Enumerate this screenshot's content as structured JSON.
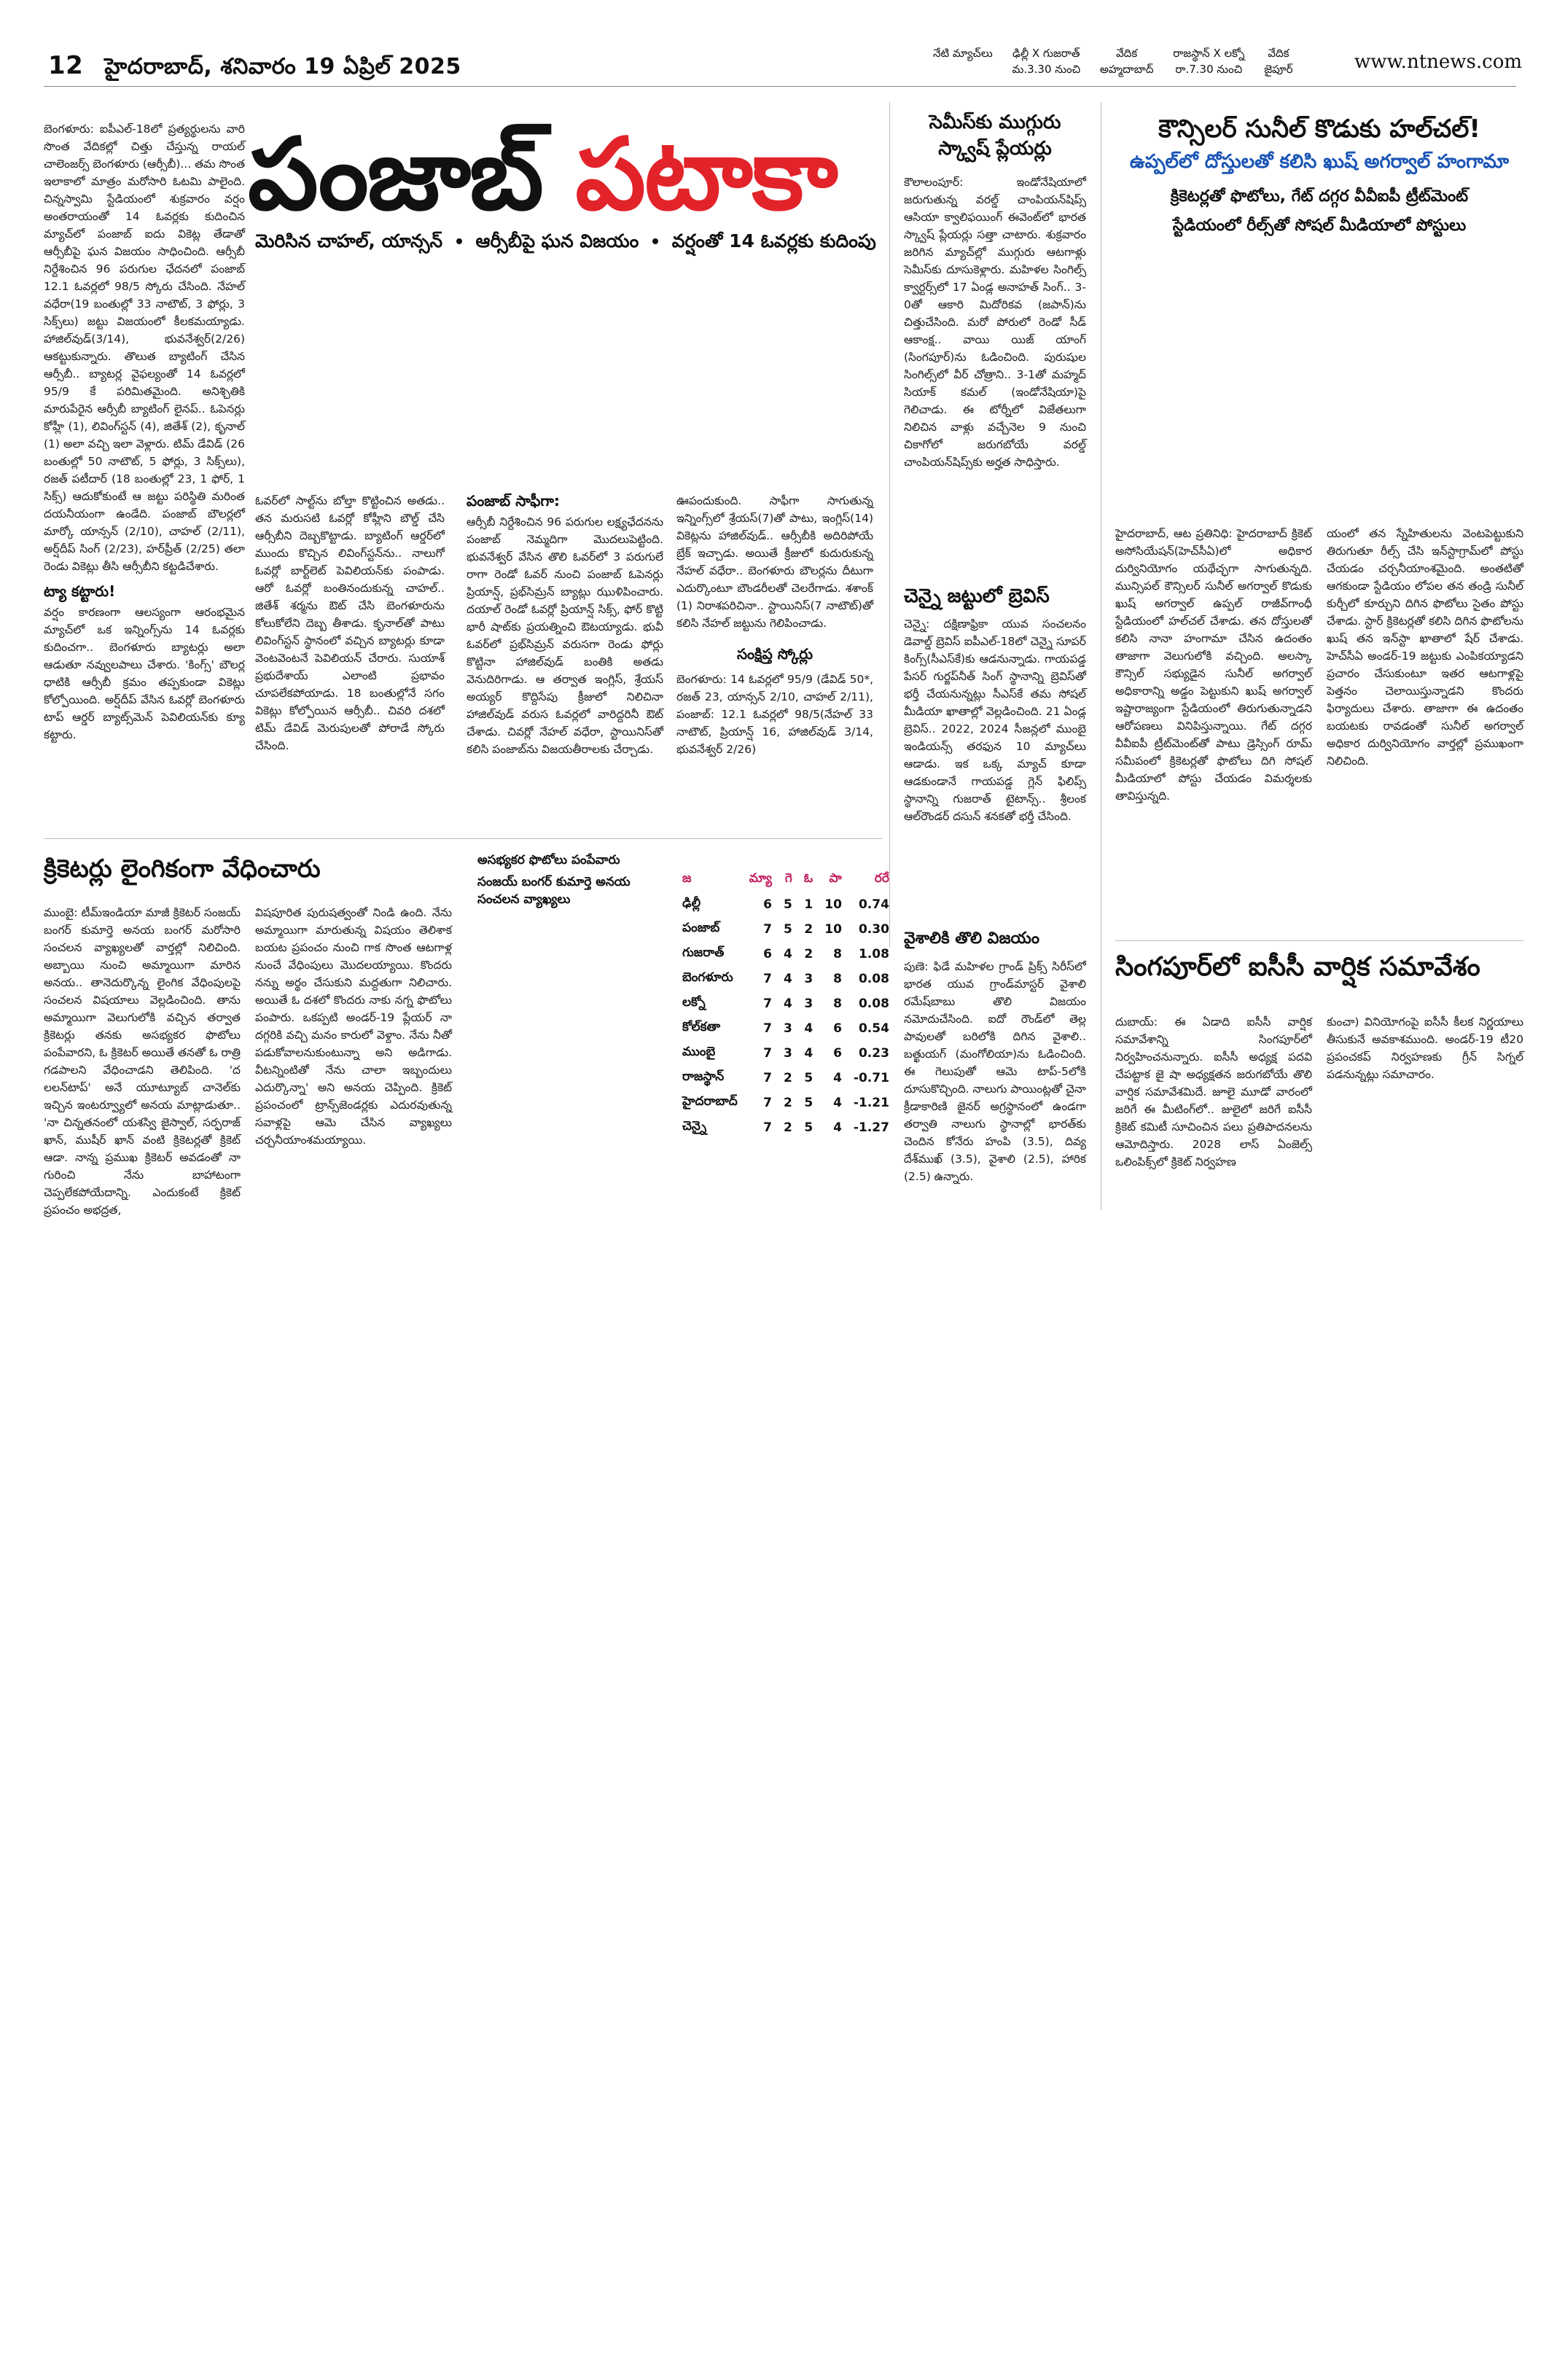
{
  "header": {
    "page_number": "12",
    "dateline": "హైదరాబాద్‌, శనివారం 19 ఏప్రిల్‌ 2025",
    "schedule": [
      {
        "label": "నేటి మ్యాచ్‌లు",
        "match": "ఢిల్లీ X గుజరాత్‌",
        "time": "మ.3.30 నుంచి"
      },
      {
        "label": "వేదిక",
        "match": "అహ్మదాబాద్‌",
        "time": ""
      },
      {
        "label": "",
        "match": "రాజస్థాన్‌ X లక్నో",
        "time": "రా.7.30 నుంచి"
      },
      {
        "label": "వేదిక",
        "match": "జైపూర్‌",
        "time": ""
      }
    ],
    "website": "www.ntnews.com"
  },
  "main_story": {
    "headline_part1": "పంజాబ్‌ ",
    "headline_part2": "పటాకా",
    "sub_items": [
      "మెరిసిన చాహల్‌, యాన్సన్‌",
      "ఆర్సీబీపై ఘన విజయం",
      "వర్షంతో 14 ఓవర్లకు కుదింపు"
    ],
    "col1": "బెంగళూరు: ఐపీఎల్‌-18లో ప్రత్యర్థులను వారి సొంత వేదికల్లో చిత్తు చేస్తున్న రాయల్‌ చాలెంజర్స్‌ బెంగళూరు (ఆర్సీబీ)... తమ సొంత ఇలాకాలో మాత్రం మరోసారి ఓటమి పాలైంది. చిన్నస్వామి స్టేడియంలో శుక్రవారం వర్షం అంతరాయంతో 14 ఓవర్లకు కుదించిన మ్యాచ్‌లో పంజాబ్‌ ఐదు వికెట్ల తేడాతో ఆర్సీబీపై ఘన విజయం సాధించింది. ఆర్సీబీ నిర్దేశించిన 96 పరుగుల ఛేదనలో పంజాబ్‌ 12.1 ఓవర్లలో 98/5 స్కోరు చేసింది. నేహల్‌ వధేరా(19 బంతుల్లో 33 నాటౌట్‌, 3 ఫోర్లు, 3 సిక్స్‌లు) జట్టు విజయంలో కీలకమయ్యాడు. హాజిల్‌వుడ్‌(3/14), భువనేశ్వర్‌(2/26) ఆకట్టుకున్నారు. తొలుత బ్యాటింగ్‌ చేసిన ఆర్సీబీ.. బ్యాటర్ల వైఫల్యంతో 14 ఓవర్లలో 95/9 కే పరిమితమైంది. అనిశ్చితికి మారుపేరైన ఆర్సీబీ బ్యాటింగ్‌ లైనప్‌.. ఓపెనర్లు కోహ్లీ (1), లివింగ్‌స్టన్‌ (4), జితేశ్‌ (2), కృనాల్‌ (1) అలా వచ్చి ఇలా వెళ్లారు. టిమ్‌ డేవిడ్‌ (26 బంతుల్లో 50 నాటౌట్‌, 5 ఫోర్లు, 3 సిక్స్‌లు), రజత్‌ పటీదార్‌ (18 బంతుల్లో 23, 1 ఫోర్‌, 1 సిక్స్‌) ఆదుకోకుంటే ఆ జట్టు పరిస్థితి మరింత దయనీయంగా ఉండేది. పంజాబ్‌ బౌలర్లలో మార్కో యాన్సన్‌ (2/10), చాహల్‌ (2/11), అర్ష్‌దీప్‌ సింగ్‌ (2/23), హర్‌ప్రీత్‌ (2/25) తలా రెండు వికెట్లు తీసి ఆర్సీబీని కట్టడిచేశారు.",
    "col1_subhead": "ట్యా కట్టారు!",
    "col1_b": "వర్షం కారణంగా ఆలస్యంగా ఆరంభమైన మ్యాచ్‌లో ఒక ఇన్నింగ్స్‌ను 14 ఓవర్లకు కుదించగా.. బెంగళూరు బ్యాటర్లు అలా ఆడుతూ నవ్వులపాలు చేశారు. 'కింగ్స్‌' బౌలర్ల ధాటికి ఆర్సీబీ క్రమం తప్పకుండా వికెట్లు కోల్పోయింది. అర్ష్‌దీప్‌ వేసిన ఓవర్లో బెంగళూరు టాప్‌ ఆర్డర్‌ బ్యాట్స్‌మెన్‌ పెవిలియన్‌కు క్యూ కట్టారు.",
    "col2": "ఓవర్‌లో సాల్ట్‌ను బోల్తా కొట్టించిన అతడు.. తన మరుసటి ఓవర్లో కోహ్లీని బౌల్డ్‌ చేసి ఆర్సీబీని దెబ్బకొట్టాడు. బ్యాటింగ్‌ ఆర్డర్‌లో ముందు కొచ్చిన లివింగ్‌స్టన్‌ను.. నాలుగో ఓవర్లో బార్ట్‌లెట్‌ పెవిలియన్‌కు పంపాడు. ఆరో ఓవర్లో బంతినందుకున్న చాహల్‌.. జితేశ్‌ శర్మను ఔట్‌ చేసి బెంగళూరును కోలుకోలేని దెబ్బ తీశాడు. కృనాల్‌తో పాటు లివింగ్‌స్టన్‌ స్థానంలో వచ్చిన బ్యాటర్లు కూడా వెంటవెంటనే పెవిలియన్‌ చేరారు. సుయాశ్‌ ప్రభుదేశాయ్‌ ఎలాంటి ప్రభావం చూపలేకపోయాడు. 18 బంతుల్లోనే సగం వికెట్లు కోల్పోయిన ఆర్సీబీ.. చివరి దశలో టిమ్‌ డేవిడ్‌ మెరుపులతో పోరాడే స్కోరు చేసింది.",
    "col3_subhead": "పంజాబ్‌ సాఫీగా:",
    "col3": "ఆర్సీబీ నిర్దేశించిన 96 పరుగుల లక్ష్యఛేదనను పంజాబ్‌ నెమ్మదిగా మొదలుపెట్టింది. భువనేశ్వర్‌ వేసిన తొలి ఓవర్‌లో 3 పరుగులే రాగా రెండో ఓవర్‌ నుంచి పంజాబ్‌ ఓపెనర్లు ప్రియాన్ష్‌, ప్రభ్‌సిమ్రన్‌ బ్యాట్లు ఝుళిపించారు. దయాల్‌ రెండో ఓవర్లో ప్రియాన్ష్‌ సిక్స్‌, ఫోర్‌ కొట్టి భారీ షాట్‌కు ప్రయత్నించి ఔటయ్యాడు. భువీ ఓవర్‌లో ప్రభ్‌సిమ్రన్‌ వరుసగా రెండు ఫోర్లు కొట్టినా హాజిల్‌వుడ్‌ బంతికి అతడు వెనుదిరిగాడు. ఆ తర్వాత ఇంగ్లిస్‌, శ్రేయస్‌ అయ్యర్‌ కొద్దిసేపు క్రీజులో నిలిచినా హాజిల్‌వుడ్‌ వరుస ఓవర్లలో వారిద్దరినీ ఔట్‌ చేశాడు. చివర్లో నేహల్‌ వధేరా, స్టాయినిస్‌తో కలిసి పంజాబ్‌ను విజయతీరాలకు చేర్చాడు.",
    "col4": "ఊపందుకుంది. సాఫీగా సాగుతున్న ఇన్నింగ్స్‌లో శ్రేయస్‌(7)తో పాటు, ఇంగ్లిస్‌(14) వికెట్లను హాజిల్‌వుడ్‌.. ఆర్సీబీకి అదిరిపోయే బ్రేక్‌ ఇచ్చాడు. అయితే క్రీజులో కుదురుకున్న నేహల్‌ వధేరా.. బెంగళూరు బౌలర్లను దీటుగా ఎదుర్కొంటూ బౌండరీలతో చెలరేగాడు. శశాంక్‌ (1) నిరాశపరిచినా.. స్టాయినిస్‌(7 నాటౌట్‌)తో కలిసి నేహల్‌ జట్టును గెలిపించాడు."
  },
  "scorecard": {
    "heading": "సంక్షిప్త స్కోర్లు",
    "text": "బెంగళూరు: 14 ఓవర్లలో 95/9 (డేవిడ్‌ 50*, రజత్‌ 23, యాన్సన్‌ 2/10, చాహల్‌ 2/11), పంజాబ్‌: 12.1 ఓవర్లలో 98/5(నేహల్‌ 33 నాటౌట్‌, ప్రియాన్ష్‌ 16, హాజిల్‌వుడ్‌ 3/14, భువనేశ్వర్‌ 2/26)"
  },
  "points_table": {
    "headers": [
      "జ",
      "మ్యా",
      "గె",
      "ఓ",
      "పా",
      "రరే"
    ],
    "rows": [
      {
        "team": "ఢిల్లీ",
        "m": "6",
        "w": "5",
        "l": "1",
        "p": "10",
        "nrr": "0.74"
      },
      {
        "team": "పంజాబ్‌",
        "m": "7",
        "w": "5",
        "l": "2",
        "p": "10",
        "nrr": "0.30"
      },
      {
        "team": "గుజరాత్‌",
        "m": "6",
        "w": "4",
        "l": "2",
        "p": "8",
        "nrr": "1.08"
      },
      {
        "team": "బెంగళూరు",
        "m": "7",
        "w": "4",
        "l": "3",
        "p": "8",
        "nrr": "0.08"
      },
      {
        "team": "లక్నో",
        "m": "7",
        "w": "4",
        "l": "3",
        "p": "8",
        "nrr": "0.08"
      },
      {
        "team": "కోల్‌కతా",
        "m": "7",
        "w": "3",
        "l": "4",
        "p": "6",
        "nrr": "0.54"
      },
      {
        "team": "ముంబై",
        "m": "7",
        "w": "3",
        "l": "4",
        "p": "6",
        "nrr": "0.23"
      },
      {
        "team": "రాజస్థాన్‌",
        "m": "7",
        "w": "2",
        "l": "5",
        "p": "4",
        "nrr": "-0.71"
      },
      {
        "team": "హైదరాబాద్‌",
        "m": "7",
        "w": "2",
        "l": "5",
        "p": "4",
        "nrr": "-1.21"
      },
      {
        "team": "చెన్నై",
        "m": "7",
        "w": "2",
        "l": "5",
        "p": "4",
        "nrr": "-1.27"
      }
    ]
  },
  "squash": {
    "headline": "సెమీస్‌కు ముగ్గురు స్క్వాష్‌ ప్లేయర్లు",
    "text": "కౌలాలంపూర్‌: ఇండోనేషియాలో జరుగుతున్న వరల్డ్‌ చాంపియన్‌షిప్స్‌ ఆసియా క్వాలిఫయింగ్‌ ఈవెంట్‌లో భారత స్క్వాష్‌ ప్లేయర్లు సత్తా చాటారు. శుక్రవారం జరిగిన మ్యాచ్‌ల్లో ముగ్గురు ఆటగాళ్లు సెమీస్‌కు దూసుకెళ్లారు. మహిళల సింగిల్స్‌ క్వార్టర్స్‌లో 17 ఏండ్ల అనాహత్‌ సింగ్‌.. 3-0తో ఆకారి మిదోరికవ (జపాన్‌)ను చిత్తుచేసింది. మరో పోరులో రెండో సీడ్‌ ఆకాంక్ష.. వాయి యిజ్‌ యాంగ్‌ (సింగపూర్‌)ను ఓడించింది. పురుషుల సింగిల్స్‌లో వీర్‌ చోత్రాని.. 3-1తో మహ్మద్‌ సియాక్‌ కమల్‌ (ఇండోనేషియా)పై గెలిచాడు. ఈ టోర్నీలో విజేతలుగా నిలిచిన వాళ్లు వచ్చేనెల 9 నుంచి చికాగోలో జరుగబోయే వరల్డ్‌ చాంపియన్‌షిప్స్‌కు అర్హత సాధిస్తారు."
  },
  "brevis": {
    "headline": "చెన్నై జట్టులో బ్రెవిస్‌",
    "text": "చెన్నై: దక్షిణాఫ్రికా యువ సంచలనం డెవాల్డ్‌ బ్రెవిస్‌ ఐపీఎల్‌-18లో చెన్నై సూపర్‌ కింగ్స్‌(సీఎస్‌కే)కు ఆడనున్నాడు. గాయపడ్డ పేసర్‌ గుర్జప్‌నీత్‌ సింగ్‌ స్థానాన్ని బ్రెవిస్‌తో భర్తీ చేయనున్నట్లు సీఎస్‌కే తమ సోషల్‌ మీడియా ఖాతాల్లో వెల్లడించింది. 21 ఏండ్ల బ్రెవిస్‌.. 2022, 2024 సీజన్లలో ముంబై ఇండియన్స్‌ తరఫున 10 మ్యాచ్‌లు ఆడాడు. ఇక ఒక్క మ్యాచ్‌ కూడా ఆడకుండానే గాయపడ్డ గ్లెన్‌ ఫిలిప్స్‌ స్థానాన్ని గుజరాత్‌ టైటాన్స్‌.. శ్రీలంక ఆల్‌రౌండర్‌ దసున్‌ శనకతో భర్తీ చేసింది."
  },
  "vaishali": {
    "headline": "వైశాలికి తొలి విజయం",
    "text": "పుణె: ఫిడే మహిళల గ్రాండ్‌ ప్రిక్స్‌ సిరీస్‌లో భారత యువ గ్రాండ్‌మాస్టర్‌ వైశాలి రమేష్‌బాబు తొలి విజయం నమోదుచేసింది. ఐదో రౌండ్‌లో తెల్ల పావులతో బరిలోకి దిగిన వైశాలి.. బత్ఖుయగ్‌ (మంగోలియా)ను ఓడించింది. ఈ గెలుపుతో ఆమె టాప్‌-5లోకి దూసుకొచ్చింది. నాలుగు పాయింట్లతో చైనా క్రీడాకారిణి జైనర్‌ అగ్రస్థానంలో ఉండగా తర్వాతి నాలుగు స్థానాల్లో భారత్‌కు చెందిన కోనేరు హంపి (3.5), దివ్య దేశ్‌ముఖ్‌ (3.5), వైశాలి (2.5), హారిక (2.5) ఉన్నారు."
  },
  "harassment": {
    "headline": "క్రికెటర్లు లైంగికంగా వేధించారు",
    "side_note_1": "అసభ్యకర ఫొటోలు పంపేవారు",
    "side_note_2": "సంజయ్‌ బంగర్‌ కుమార్తె అనయ సంచలన వ్యాఖ్యలు",
    "col1": "ముంబై: టీమ్‌ఇండియా మాజీ క్రికెటర్‌ సంజయ్‌ బంగర్‌ కుమార్తె అనయ బంగర్‌ మరోసారి సంచలన వ్యాఖ్యలతో వార్తల్లో నిలిచింది. అబ్బాయి నుంచి అమ్మాయిగా మారిన అనయ.. తానెదుర్కొన్న లైంగిక వేధింపులపై సంచలన విషయాలు వెల్లడించింది. తాను అమ్మాయిగా వెలుగులోకి వచ్చిన తర్వాత క్రికెటర్లు తనకు అసభ్యకర ఫొటోలు పంపేవారని, ఓ క్రికెటర్‌ అయితే తనతో ఓ రాత్రి గడపాలని వేధించాడని తెలిపింది. 'ద లలన్‌టాప్‌' అనే యూట్యూబ్‌ చానెల్‌కు ఇచ్చిన ఇంటర్వ్యూలో అనయ మాట్లాడుతూ.. 'నా చిన్నతనంలో యశస్వి జైస్వాల్‌, సర్ఫరాజ్‌ ఖాన్‌, ముషీర్‌ ఖాన్‌ వంటి క్రికెటర్లతో క్రికెట్‌ ఆడా. నాన్న ప్రముఖ క్రికెటర్‌ అవడంతో నా గురించి నేను బాహాటంగా చెప్పలేకపోయేదాన్ని. ఎందుకంటే క్రికెట్‌ ప్రపంచం అభద్రత,",
    "col2": "విషపూరిత పురుషత్వంతో నిండి ఉంది. నేను అమ్మాయిగా మారుతున్న విషయం తెలిశాక బయట ప్రపంచం నుంచి గాక సొంత ఆటగాళ్ల నుంచే వేధింపులు మొదలయ్యాయి. కొందరు నన్ను అర్థం చేసుకుని మద్దతుగా నిలిచారు. అయితే ఓ దశలో కొందరు నాకు నగ్న ఫొటోలు పంపారు. ఒకప్పటి అండర్‌-19 ప్లేయర్‌ నా దగ్గరికి వచ్చి మనం కారులో వెళ్దాం. నేను నీతో పడుకోవాలనుకుంటున్నా అని అడిగాడు. వీటన్నింటితో నేను చాలా ఇబ్బందులు ఎదుర్కొన్నా' అని అనయ చెప్పింది. క్రికెట్‌ ప్రపంచంలో ట్రాన్స్‌జెండర్లకు ఎదురవుతున్న సవాళ్లపై ఆమె చేసిన వ్యాఖ్యలు చర్చనీయాంశమయ్యాయి."
  },
  "councillor": {
    "headline": "కౌన్సిలర్‌ సునీల్‌ కొడుకు హల్‌చల్‌!",
    "subhead": "ఉప్పల్‌లో దోస్తులతో కలిసి ఖుష్‌ అగర్వాల్‌ హంగామా",
    "deck1": "క్రికెటర్లతో ఫొటోలు, గేట్‌ దగ్గర వీవీఐపీ ట్రీట్‌మెంట్‌",
    "deck2": "స్టేడియంలో రీల్స్‌తో సోషల్‌ మీడియాలో పోస్టులు",
    "col1": "హైదరాబాద్‌, ఆట ప్రతినిధి: హైదరాబాద్‌ క్రికెట్‌ అసోసియేషన్‌(హెచ్‌సీఏ)లో అధికార దుర్వినియోగం యథేచ్ఛగా సాగుతున్నది. మున్సిపల్‌ కౌన్సిలర్‌ సునీల్‌ అగర్వాల్‌ కొడుకు ఖుష్‌ అగర్వాల్‌ ఉప్పల్‌ రాజీవ్‌గాంధీ స్టేడియంలో హల్‌చల్‌ చేశాడు. తన దోస్తులతో కలిసి నానా హంగామా చేసిన ఉదంతం తాజాగా వెలుగులోకి వచ్చింది. అలస్కా కౌన్సిల్‌ సభ్యుడైన సునీల్‌ అగర్వాల్‌ అధికారాన్ని అడ్డం పెట్టుకుని ఖుష్‌ అగర్వాల్‌ ఇష్టారాజ్యంగా స్టేడియంలో తిరుగుతున్నాడని ఆరోపణలు వినిపిస్తున్నాయి. గేట్‌ దగ్గర వీవీఐపీ ట్రీట్‌మెంట్‌తో పాటు డ్రెస్సింగ్‌ రూమ్‌ సమీపంలో క్రికెటర్లతో ఫొటోలు దిగి సోషల్‌ మీడియాలో పోస్టు చేయడం విమర్శలకు తావిస్తున్నది.",
    "col2": "యంలో తన స్నేహితులను వెంటపెట్టుకుని తిరుగుతూ రీల్స్‌ చేసి ఇన్‌స్టాగ్రామ్‌లో పోస్టు చేయడం చర్చనీయాంశమైంది. అంతటితో ఆగకుండా స్టేడియం లోపల తన తండ్రి సునీల్‌ కుర్చీలో కూర్చుని దిగిన ఫొటోలు సైతం పోస్టు చేశాడు. స్టార్‌ క్రికెటర్లతో కలిసి దిగిన ఫొటోలను ఖుష్‌ తన ఇన్‌స్టా ఖాతాలో షేర్‌ చేశాడు. హెచ్‌సీఏ అండర్‌-19 జట్టుకు ఎంపికయ్యాడని ప్రచారం చేసుకుంటూ ఇతర ఆటగాళ్లపై పెత్తనం చెలాయిస్తున్నాడని కొందరు ఫిర్యాదులు చేశారు. తాజాగా ఈ ఉదంతం బయటకు రావడంతో సునీల్‌ అగర్వాల్‌ అధికార దుర్వినియోగం వార్తల్లో ప్రముఖంగా నిలిచింది."
  },
  "icc": {
    "headline": "సింగపూర్‌లో ఐసీసీ వార్షిక సమావేశం",
    "col1": "దుబాయ్‌: ఈ ఏడాది ఐసీసీ వార్షిక సమావేశాన్ని సింగపూర్‌లో నిర్వహించనున్నారు. ఐసీసీ అధ్యక్ష పదవి చేపట్టాక జై షా అధ్యక్షతన జరుగబోయే తొలి వార్షిక సమావేశమిదే. జూలై మూడో వారంలో జరిగే ఈ మీటింగ్‌లో.. జులైలో జరిగే ఐసీసీ క్రికెట్‌ కమిటీ సూచించిన పలు ప్రతిపాదనలను ఆమోదిస్తారు. 2028 లాస్‌ ఏంజెల్స్‌ ఒలింపిక్స్‌లో క్రికెట్‌ నిర్వహణ",
    "col2": "కుంచా) వినియోగంపై ఐసీసీ కీలక నిర్ణయాలు తీసుకునే అవకాశముంది. అండర్‌-19 టీ20 ప్రపంచకప్‌ నిర్వహణకు గ్రీన్‌ సిగ్నల్‌ పడనున్నట్లు సమాచారం."
  }
}
